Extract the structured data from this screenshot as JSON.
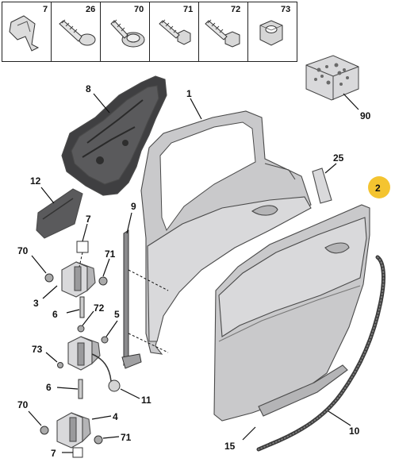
{
  "header_parts": [
    {
      "label": "7",
      "icon": "clip-icon"
    },
    {
      "label": "26",
      "icon": "screw-icon"
    },
    {
      "label": "70",
      "icon": "flange-screw-icon"
    },
    {
      "label": "71",
      "icon": "hex-bolt-icon"
    },
    {
      "label": "72",
      "icon": "hex-bolt-icon"
    },
    {
      "label": "73",
      "icon": "hex-nut-icon"
    }
  ],
  "callouts": {
    "c1": "1",
    "c2": "2",
    "c3": "3",
    "c4": "4",
    "c5": "5",
    "c6a": "6",
    "c6b": "6",
    "c7a": "7",
    "c7b": "7",
    "c8": "8",
    "c9": "9",
    "c10": "10",
    "c11": "11",
    "c12": "12",
    "c15": "15",
    "c25": "25",
    "c70a": "70",
    "c70b": "70",
    "c71a": "71",
    "c71b": "71",
    "c72": "72",
    "c73": "73",
    "c90": "90"
  },
  "colors": {
    "highlight_badge": "#f4c430",
    "panel": "#c9c9cb",
    "dark_part": "#4a4a4c"
  }
}
